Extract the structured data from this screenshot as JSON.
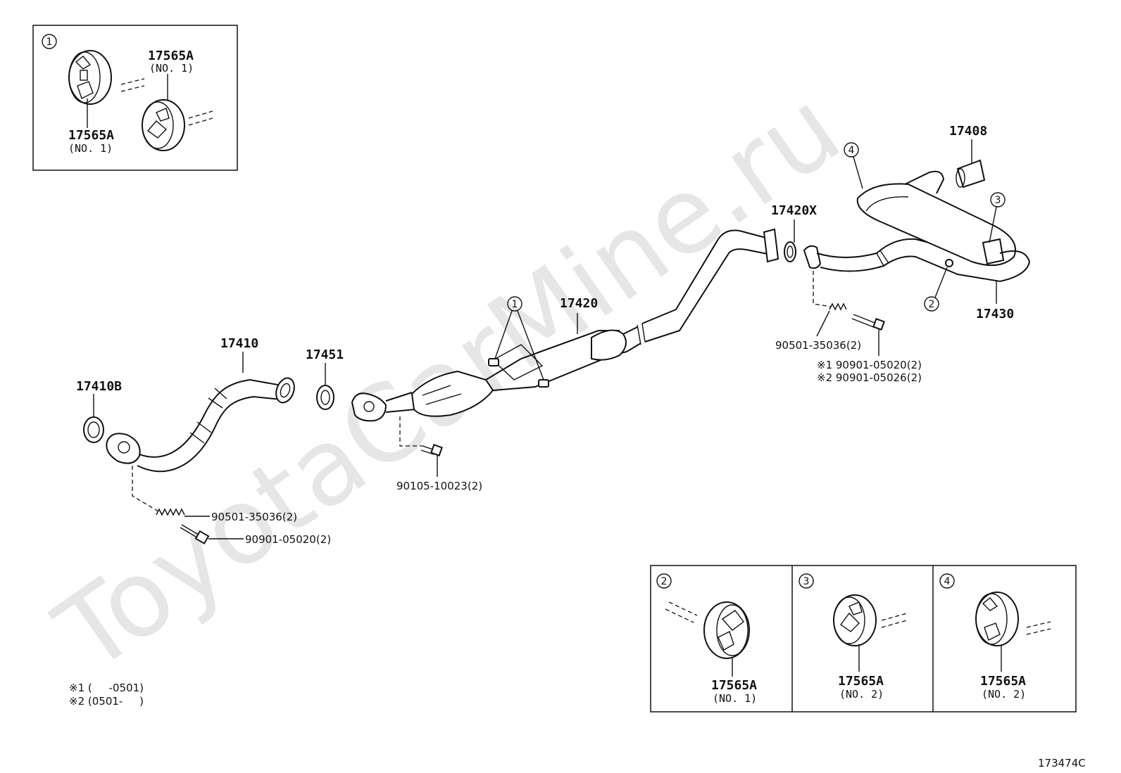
{
  "watermark": "ToyotaCarMine.ru",
  "diagram_code": "173474C",
  "inset_top_left": {
    "callout": "1",
    "parts": [
      {
        "part": "17565A",
        "note": "(NO. 1)"
      },
      {
        "part": "17565A",
        "note": "(NO. 1)"
      }
    ]
  },
  "main_labels": {
    "p17408": "17408",
    "p17420X": "17420X",
    "p17430": "17430",
    "p17420": "17420",
    "p17410": "17410",
    "p17451": "17451",
    "p17410B": "17410B"
  },
  "fastener_labels": {
    "spring_rear": "90501-35036(2)",
    "bolt_rear_1": "※1 90901-05020(2)",
    "bolt_rear_2": "※2 90901-05026(2)",
    "bolt_mid": "90105-10023(2)",
    "spring_front": "90501-35036(2)",
    "bolt_front": "90901-05020(2)"
  },
  "callouts": {
    "c1": "1",
    "c2": "2",
    "c3": "3",
    "c4": "4"
  },
  "legend": {
    "line1": "※1 (     -0501)",
    "line2": "※2 (0501-     )"
  },
  "inset_bottom": [
    {
      "callout": "2",
      "part": "17565A",
      "note": "(NO. 1)"
    },
    {
      "callout": "3",
      "part": "17565A",
      "note": "(NO. 2)"
    },
    {
      "callout": "4",
      "part": "17565A",
      "note": "(NO. 2)"
    }
  ]
}
